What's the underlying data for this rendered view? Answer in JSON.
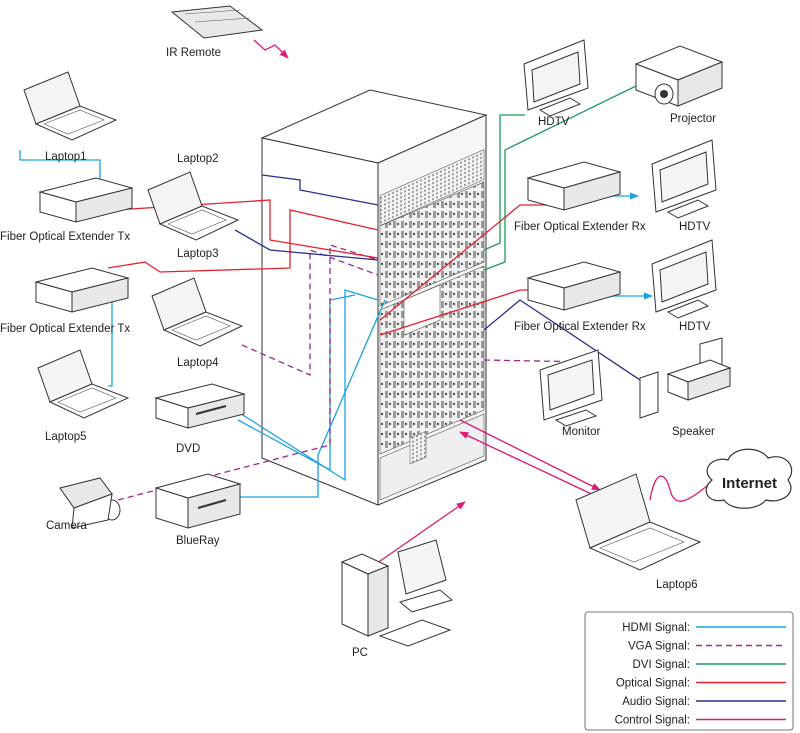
{
  "colors": {
    "hdmi": "#1aa3e0",
    "vga": "#9b2a8f",
    "dvi": "#1d9a5a",
    "optical": "#e4202e",
    "audio": "#2a2f8f",
    "control": "#e0187a"
  },
  "devices": {
    "ir_remote": "IR Remote",
    "laptop1": "Laptop1",
    "laptop2": "Laptop2",
    "laptop3": "Laptop3",
    "laptop4": "Laptop4",
    "laptop5": "Laptop5",
    "laptop6": "Laptop6",
    "fiber_tx_1": "Fiber Optical Extender Tx",
    "fiber_tx_2": "Fiber Optical Extender Tx",
    "fiber_rx_1": "Fiber Optical Extender Rx",
    "fiber_rx_2": "Fiber Optical Extender Rx",
    "hdtv_top": "HDTV",
    "hdtv_1": "HDTV",
    "hdtv_2": "HDTV",
    "projector": "Projector",
    "monitor": "Monitor",
    "speaker": "Speaker",
    "dvd": "DVD",
    "camera": "Camera",
    "blueray": "BlueRay",
    "pc": "PC",
    "internet": "Internet"
  },
  "legend": [
    {
      "label": "HDMI Signal:",
      "type": "hdmi",
      "dashed": false
    },
    {
      "label": "VGA  Signal:",
      "type": "vga",
      "dashed": true
    },
    {
      "label": "DVI Signal:",
      "type": "dvi",
      "dashed": false
    },
    {
      "label": "Optical Signal:",
      "type": "optical",
      "dashed": false
    },
    {
      "label": "Audio Signal:",
      "type": "audio",
      "dashed": false
    },
    {
      "label": "Control Signal:",
      "type": "control",
      "dashed": false
    }
  ]
}
